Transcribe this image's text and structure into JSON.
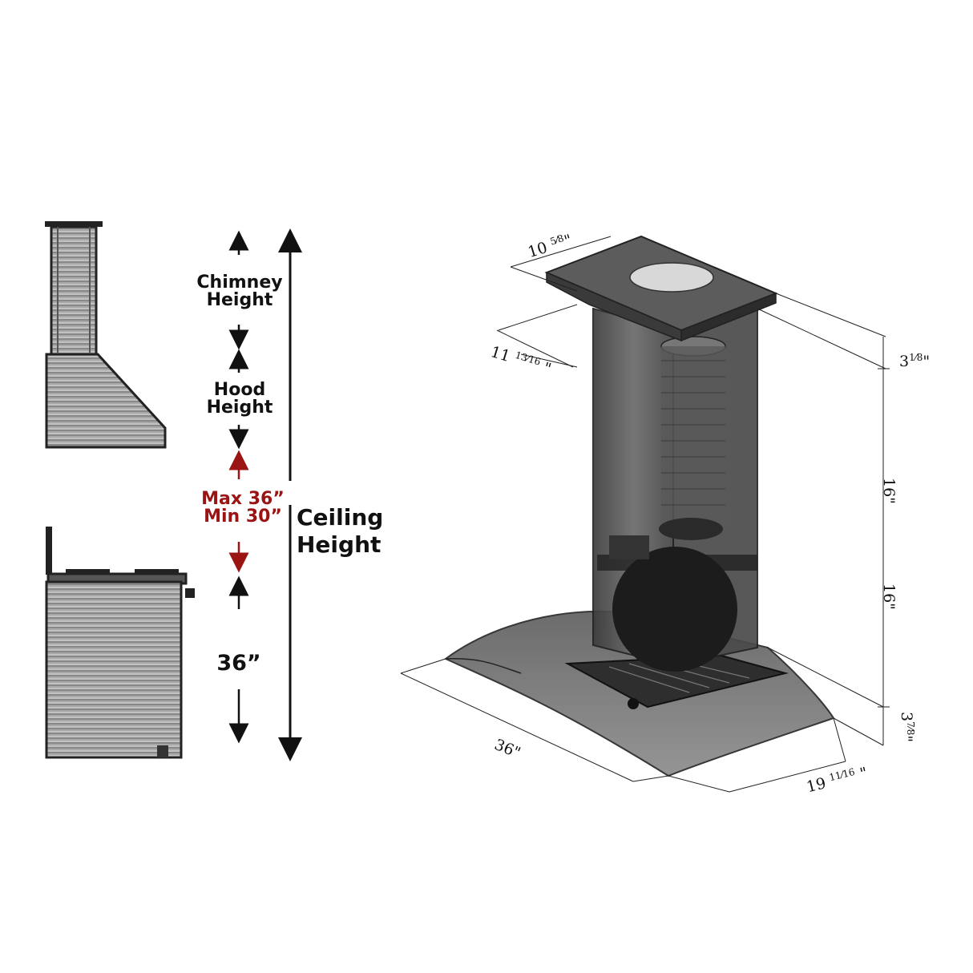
{
  "clearance_labels": {
    "chimney_line1": "Chimney",
    "chimney_line2": "Height",
    "hood_line1": "Hood",
    "hood_line2": "Height",
    "max": "Max 36”",
    "min": "Min 30”",
    "counter": "36”",
    "ceiling_line1": "Ceiling",
    "ceiling_line2": "Height"
  },
  "dimensions": {
    "top_width": {
      "whole": "10",
      "frac": "5⁄8",
      "unit": "\""
    },
    "chimney_depth": {
      "whole": "11",
      "frac": "13⁄16",
      "unit": "\""
    },
    "top_trim": {
      "whole": "3",
      "frac": "1⁄8",
      "unit": "\""
    },
    "chimney_upper": "16\"",
    "chimney_lower": "16\"",
    "canopy_height": {
      "whole": "3",
      "frac": "7⁄8",
      "unit": "\""
    },
    "width": "36\"",
    "depth": {
      "whole": "19",
      "frac": "11⁄16",
      "unit": "\""
    }
  },
  "colors": {
    "clearance_red": "#9b1414",
    "steel_dark": "#3a3a3a",
    "glass_tint": "#5a5a5a"
  }
}
